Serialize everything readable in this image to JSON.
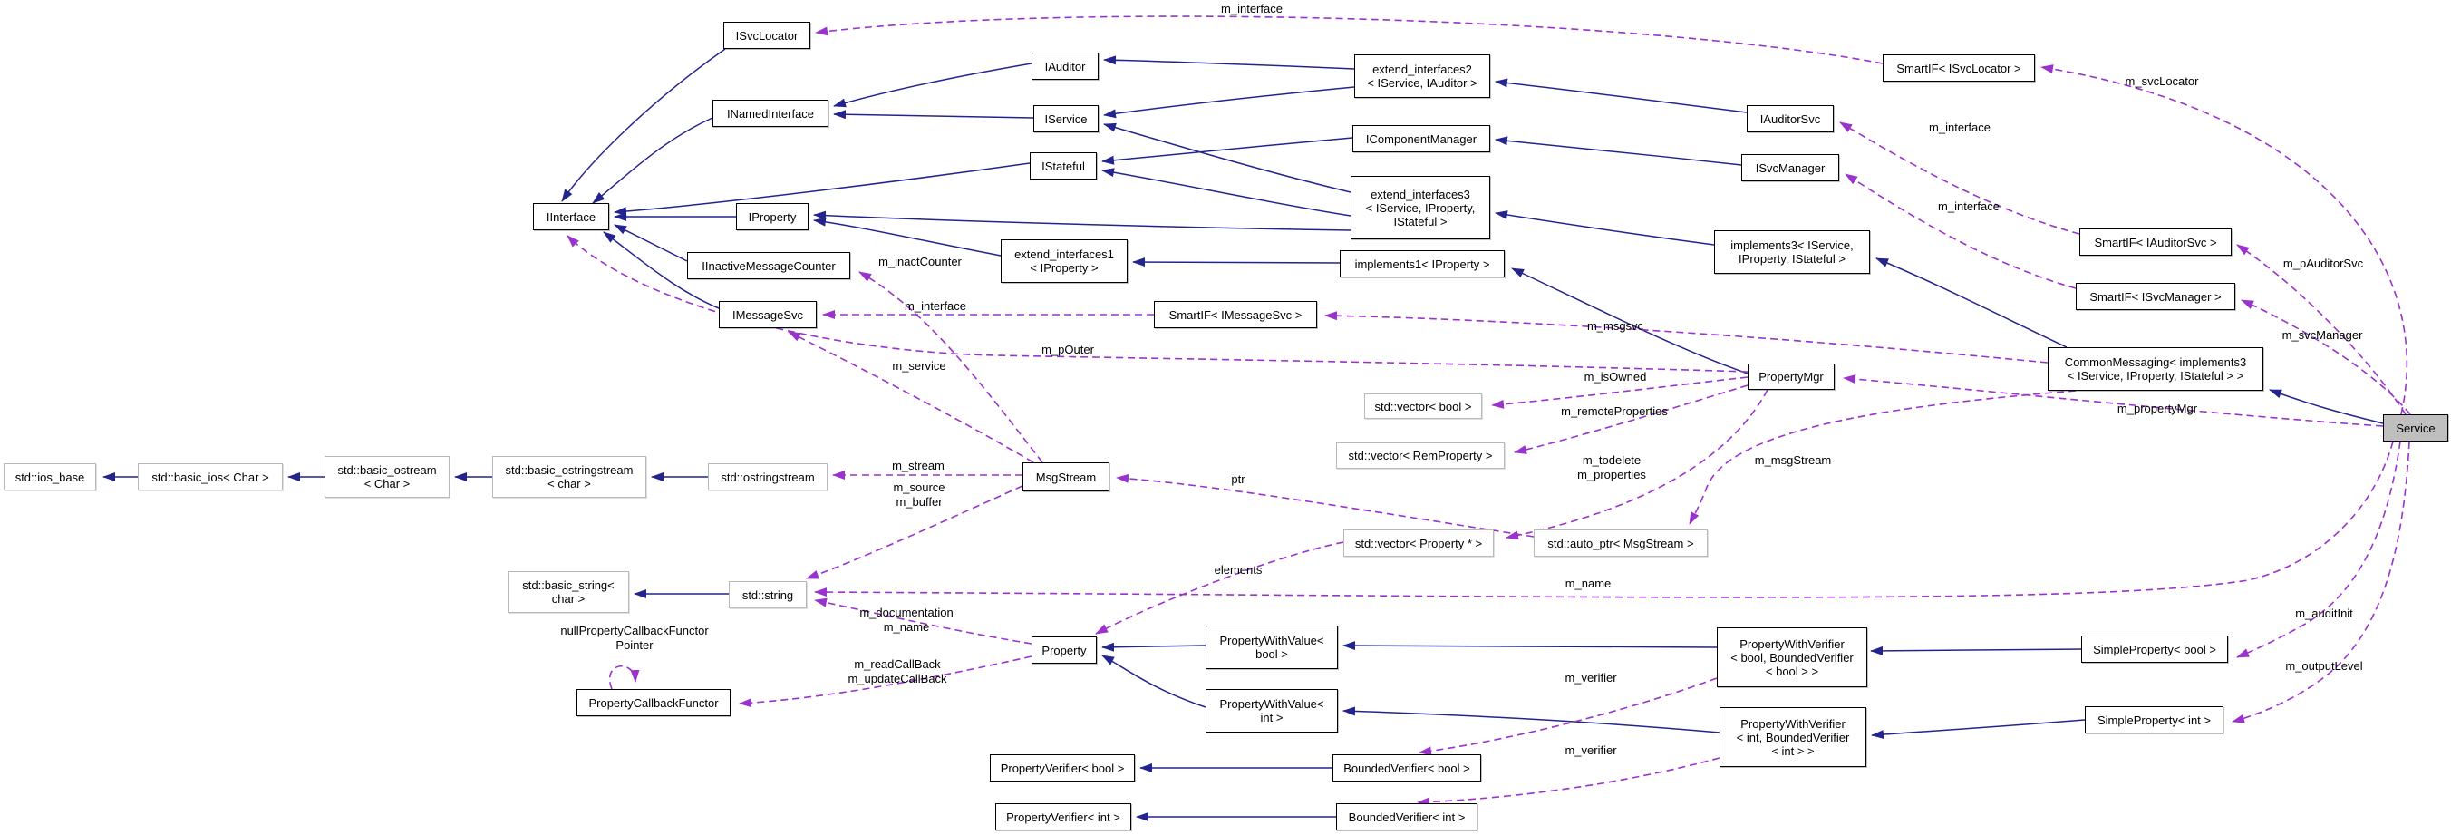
{
  "diagram": {
    "type": "doxygen-collaboration-graph",
    "focus_class": "Service",
    "colors": {
      "background": "#ffffff",
      "inheritance_edge": "#24248f",
      "usage_edge": "#9a32cd",
      "node_border": "#000000",
      "external_node_border": "#b9b9b9",
      "focus_node_fill": "#bfbfbf"
    },
    "nodes": {
      "isvclocator": {
        "label": "ISvcLocator"
      },
      "iauditor": {
        "label": "IAuditor"
      },
      "inamedinterface": {
        "label": "INamedInterface"
      },
      "iservice": {
        "label": "IService"
      },
      "istateful": {
        "label": "IStateful"
      },
      "iinterface": {
        "label": "IInterface"
      },
      "iproperty": {
        "label": "IProperty"
      },
      "inactivemessagecounter": {
        "label": "IInactiveMessageCounter"
      },
      "imessagesvc": {
        "label": "IMessageSvc"
      },
      "smartif_imessagesvc": {
        "label": "SmartIF< IMessageSvc >"
      },
      "ext2": {
        "label": "extend_interfaces2\n< IService, IAuditor >"
      },
      "icomponentmanager": {
        "label": "IComponentManager"
      },
      "ext3": {
        "label": "extend_interfaces3\n< IService, IProperty,\nIStateful >"
      },
      "ext1": {
        "label": "extend_interfaces1\n< IProperty >"
      },
      "impl1": {
        "label": "implements1< IProperty >"
      },
      "impl3": {
        "label": "implements3< IService,\nIProperty, IStateful >"
      },
      "iauditorsvc": {
        "label": "IAuditorSvc"
      },
      "isvcmanager": {
        "label": "ISvcManager"
      },
      "smartif_isvclocator": {
        "label": "SmartIF< ISvcLocator >"
      },
      "smartif_iauditorsvc": {
        "label": "SmartIF< IAuditorSvc >"
      },
      "smartif_isvcmanager": {
        "label": "SmartIF< ISvcManager >"
      },
      "commonmessaging": {
        "label": "CommonMessaging< implements3\n< IService, IProperty, IStateful > >"
      },
      "service": {
        "label": "Service"
      },
      "propertymgr": {
        "label": "PropertyMgr"
      },
      "vector_bool": {
        "label": "std::vector< bool >"
      },
      "vector_remproperty": {
        "label": "std::vector< RemProperty >"
      },
      "vector_property": {
        "label": "std::vector< Property * >"
      },
      "auto_ptr_msgstream": {
        "label": "std::auto_ptr< MsgStream >"
      },
      "ios_base": {
        "label": "std::ios_base"
      },
      "basic_ios": {
        "label": "std::basic_ios< Char >"
      },
      "basic_ostream": {
        "label": "std::basic_ostream\n< Char >"
      },
      "basic_ostringstream": {
        "label": "std::basic_ostringstream\n< char >"
      },
      "ostringstream": {
        "label": "std::ostringstream"
      },
      "msgstream": {
        "label": "MsgStream"
      },
      "basic_string": {
        "label": "std::basic_string<\nchar >"
      },
      "string": {
        "label": "std::string"
      },
      "property": {
        "label": "Property"
      },
      "propertycallbackfunctor": {
        "label": "PropertyCallbackFunctor"
      },
      "pwv_bool": {
        "label": "PropertyWithValue<\nbool >"
      },
      "pwv_int": {
        "label": "PropertyWithValue<\nint >"
      },
      "pwver_bool": {
        "label": "PropertyWithVerifier\n< bool, BoundedVerifier\n< bool > >"
      },
      "pwver_int": {
        "label": "PropertyWithVerifier\n< int, BoundedVerifier\n< int > >"
      },
      "simple_bool": {
        "label": "SimpleProperty< bool >"
      },
      "simple_int": {
        "label": "SimpleProperty< int >"
      },
      "pv_bool": {
        "label": "PropertyVerifier< bool >"
      },
      "pv_int": {
        "label": "PropertyVerifier< int >"
      },
      "bv_bool": {
        "label": "BoundedVerifier< bool >"
      },
      "bv_int": {
        "label": "BoundedVerifier< int >"
      }
    },
    "edge_labels": {
      "m_interface_top": "m_interface",
      "m_svclocator": "m_svcLocator",
      "m_interface_auditorsvc": "m_interface",
      "m_interface_svcmanager": "m_interface",
      "m_pauditorsvc": "m_pAuditorSvc",
      "m_svcmanager": "m_svcManager",
      "m_propertymgr": "m_propertyMgr",
      "m_interface_imessagesvc": "m_interface",
      "m_msgsvc": "m_msgsvc",
      "m_isowned": "m_isOwned",
      "m_remoteproperties": "m_remoteProperties",
      "m_todelete_properties": "m_todelete\nm_properties",
      "m_msgstream": "m_msgStream",
      "m_pouter": "m_pOuter",
      "m_service": "m_service",
      "m_inactcounter": "m_inactCounter",
      "m_stream": "m_stream",
      "m_source_buffer": "m_source\nm_buffer",
      "ptr": "ptr",
      "elements": "elements",
      "m_name": "m_name",
      "m_documentation_name": "m_documentation\nm_name",
      "null_functor_pointer": "nullPropertyCallbackFunctor\nPointer",
      "m_read_update_callback": "m_readCallBack\nm_updateCallBack",
      "m_verifier_bool": "m_verifier",
      "m_verifier_int": "m_verifier",
      "m_auditinit": "m_auditInit",
      "m_outputlevel": "m_outputLevel"
    },
    "edges": [
      {
        "from": "isvclocator",
        "to": "iinterface",
        "type": "inherits"
      },
      {
        "from": "inamedinterface",
        "to": "iinterface",
        "type": "inherits"
      },
      {
        "from": "iauditor",
        "to": "inamedinterface",
        "type": "inherits"
      },
      {
        "from": "iservice",
        "to": "inamedinterface",
        "type": "inherits"
      },
      {
        "from": "istateful",
        "to": "iinterface",
        "type": "inherits"
      },
      {
        "from": "iproperty",
        "to": "iinterface",
        "type": "inherits"
      },
      {
        "from": "inactivemessagecounter",
        "to": "iinterface",
        "type": "inherits"
      },
      {
        "from": "imessagesvc",
        "to": "iinterface",
        "type": "inherits"
      },
      {
        "from": "ext2",
        "to": "iauditor",
        "type": "inherits"
      },
      {
        "from": "ext2",
        "to": "iservice",
        "type": "inherits"
      },
      {
        "from": "icomponentmanager",
        "to": "istateful",
        "type": "inherits"
      },
      {
        "from": "ext3",
        "to": "iservice",
        "type": "inherits"
      },
      {
        "from": "ext3",
        "to": "istateful",
        "type": "inherits"
      },
      {
        "from": "ext3",
        "to": "iproperty",
        "type": "inherits"
      },
      {
        "from": "ext1",
        "to": "iproperty",
        "type": "inherits"
      },
      {
        "from": "impl1",
        "to": "ext1",
        "type": "inherits"
      },
      {
        "from": "impl3",
        "to": "ext3",
        "type": "inherits"
      },
      {
        "from": "iauditorsvc",
        "to": "ext2",
        "type": "inherits"
      },
      {
        "from": "isvcmanager",
        "to": "icomponentmanager",
        "type": "inherits"
      },
      {
        "from": "propertymgr",
        "to": "impl1",
        "type": "inherits"
      },
      {
        "from": "commonmessaging",
        "to": "impl3",
        "type": "inherits"
      },
      {
        "from": "service",
        "to": "commonmessaging",
        "type": "inherits"
      },
      {
        "from": "basic_ios",
        "to": "ios_base",
        "type": "inherits"
      },
      {
        "from": "basic_ostream",
        "to": "basic_ios",
        "type": "inherits"
      },
      {
        "from": "basic_ostringstream",
        "to": "basic_ostream",
        "type": "inherits"
      },
      {
        "from": "ostringstream",
        "to": "basic_ostringstream",
        "type": "inherits"
      },
      {
        "from": "string",
        "to": "basic_string",
        "type": "inherits"
      },
      {
        "from": "pwv_bool",
        "to": "property",
        "type": "inherits"
      },
      {
        "from": "pwv_int",
        "to": "property",
        "type": "inherits"
      },
      {
        "from": "pwver_bool",
        "to": "pwv_bool",
        "type": "inherits"
      },
      {
        "from": "pwver_int",
        "to": "pwv_int",
        "type": "inherits"
      },
      {
        "from": "simple_bool",
        "to": "pwver_bool",
        "type": "inherits"
      },
      {
        "from": "simple_int",
        "to": "pwver_int",
        "type": "inherits"
      },
      {
        "from": "bv_bool",
        "to": "pv_bool",
        "type": "inherits"
      },
      {
        "from": "bv_int",
        "to": "pv_int",
        "type": "inherits"
      },
      {
        "from": "smartif_isvclocator",
        "to": "isvclocator",
        "type": "member",
        "label": "m_interface"
      },
      {
        "from": "service",
        "to": "smartif_isvclocator",
        "type": "member",
        "label": "m_svcLocator"
      },
      {
        "from": "smartif_iauditorsvc",
        "to": "iauditorsvc",
        "type": "member",
        "label": "m_interface"
      },
      {
        "from": "service",
        "to": "smartif_iauditorsvc",
        "type": "member",
        "label": "m_pAuditorSvc"
      },
      {
        "from": "smartif_isvcmanager",
        "to": "isvcmanager",
        "type": "member",
        "label": "m_interface"
      },
      {
        "from": "service",
        "to": "smartif_isvcmanager",
        "type": "member",
        "label": "m_svcManager"
      },
      {
        "from": "smartif_imessagesvc",
        "to": "imessagesvc",
        "type": "member",
        "label": "m_interface"
      },
      {
        "from": "commonmessaging",
        "to": "smartif_imessagesvc",
        "type": "member",
        "label": "m_msgsvc"
      },
      {
        "from": "service",
        "to": "propertymgr",
        "type": "member",
        "label": "m_propertyMgr"
      },
      {
        "from": "propertymgr",
        "to": "vector_bool",
        "type": "member",
        "label": "m_isOwned"
      },
      {
        "from": "propertymgr",
        "to": "vector_remproperty",
        "type": "member",
        "label": "m_remoteProperties"
      },
      {
        "from": "propertymgr",
        "to": "vector_property",
        "type": "member",
        "label": "m_todelete / m_properties"
      },
      {
        "from": "propertymgr",
        "to": "iinterface",
        "type": "member",
        "label": "m_pOuter"
      },
      {
        "from": "commonmessaging",
        "to": "auto_ptr_msgstream",
        "type": "member",
        "label": "m_msgStream"
      },
      {
        "from": "auto_ptr_msgstream",
        "to": "msgstream",
        "type": "member",
        "label": "ptr"
      },
      {
        "from": "msgstream",
        "to": "ostringstream",
        "type": "member",
        "label": "m_stream"
      },
      {
        "from": "msgstream",
        "to": "string",
        "type": "member",
        "label": "m_source / m_buffer"
      },
      {
        "from": "msgstream",
        "to": "imessagesvc",
        "type": "member",
        "label": "m_service"
      },
      {
        "from": "msgstream",
        "to": "inactivemessagecounter",
        "type": "member",
        "label": "m_inactCounter"
      },
      {
        "from": "service",
        "to": "string",
        "type": "member",
        "label": "m_name"
      },
      {
        "from": "vector_property",
        "to": "property",
        "type": "member",
        "label": "elements"
      },
      {
        "from": "property",
        "to": "string",
        "type": "member",
        "label": "m_documentation / m_name"
      },
      {
        "from": "property",
        "to": "propertycallbackfunctor",
        "type": "member",
        "label": "m_readCallBack / m_updateCallBack"
      },
      {
        "from": "propertycallbackfunctor",
        "to": "propertycallbackfunctor",
        "type": "member",
        "label": "nullPropertyCallbackFunctorPointer"
      },
      {
        "from": "pwver_bool",
        "to": "bv_bool",
        "type": "member",
        "label": "m_verifier"
      },
      {
        "from": "pwver_int",
        "to": "bv_int",
        "type": "member",
        "label": "m_verifier"
      },
      {
        "from": "service",
        "to": "simple_bool",
        "type": "member",
        "label": "m_auditInit"
      },
      {
        "from": "service",
        "to": "simple_int",
        "type": "member",
        "label": "m_outputLevel"
      }
    ]
  }
}
